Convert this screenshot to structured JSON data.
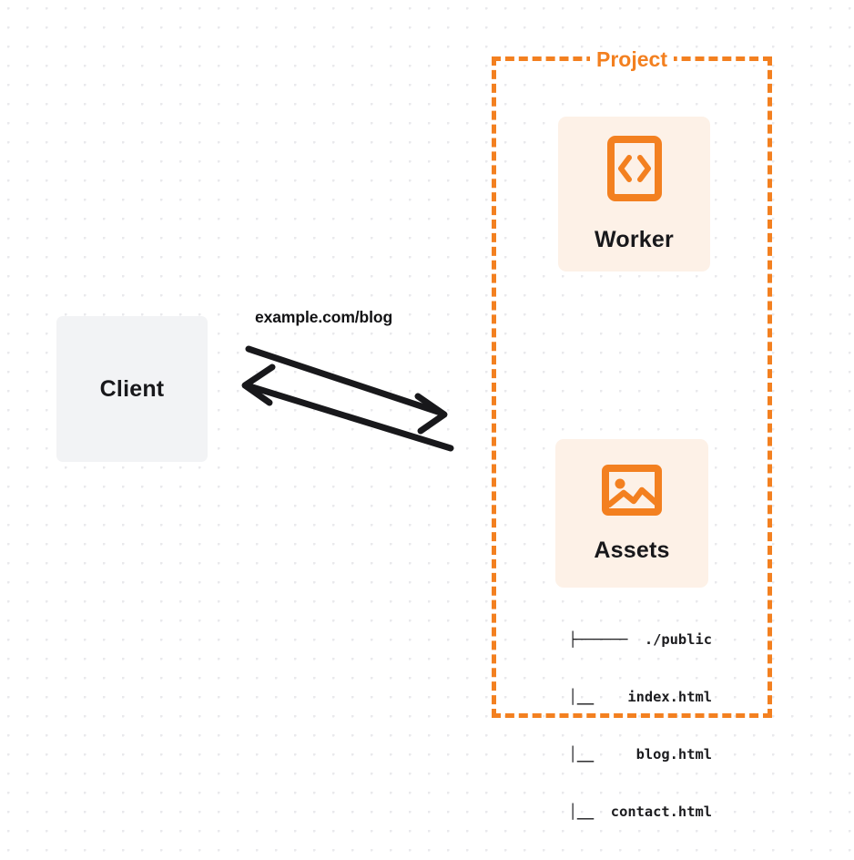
{
  "diagram": {
    "title": "Client to Project (Worker + Assets) request flow",
    "colors": {
      "accent_orange": "#f38020",
      "card_bg": "#fdf1e7",
      "client_bg": "#f2f3f5",
      "text_dark": "#18181b",
      "background": "#ffffff",
      "dot_grid": "#e9e9ec"
    }
  },
  "client": {
    "label": "Client"
  },
  "edge": {
    "label": "example.com/blog",
    "request_direction": "client-to-project",
    "response_direction": "project-to-client"
  },
  "project": {
    "title": "Project",
    "border_style": "dashed",
    "nodes": [
      {
        "id": "worker",
        "label": "Worker",
        "icon": "code-brackets-icon"
      },
      {
        "id": "assets",
        "label": "Assets",
        "icon": "image-picture-icon"
      }
    ]
  },
  "file_tree": {
    "rows": [
      {
        "branch": "├──────",
        "name": "./public"
      },
      {
        "branch": "│__",
        "name": "index.html"
      },
      {
        "branch": "│__",
        "name": "blog.html"
      },
      {
        "branch": "│__",
        "name": "contact.html"
      }
    ],
    "lines": [
      "├──────  ./public",
      "  │__    index.html",
      "  │__     blog.html",
      "  │__  contact.html"
    ]
  }
}
